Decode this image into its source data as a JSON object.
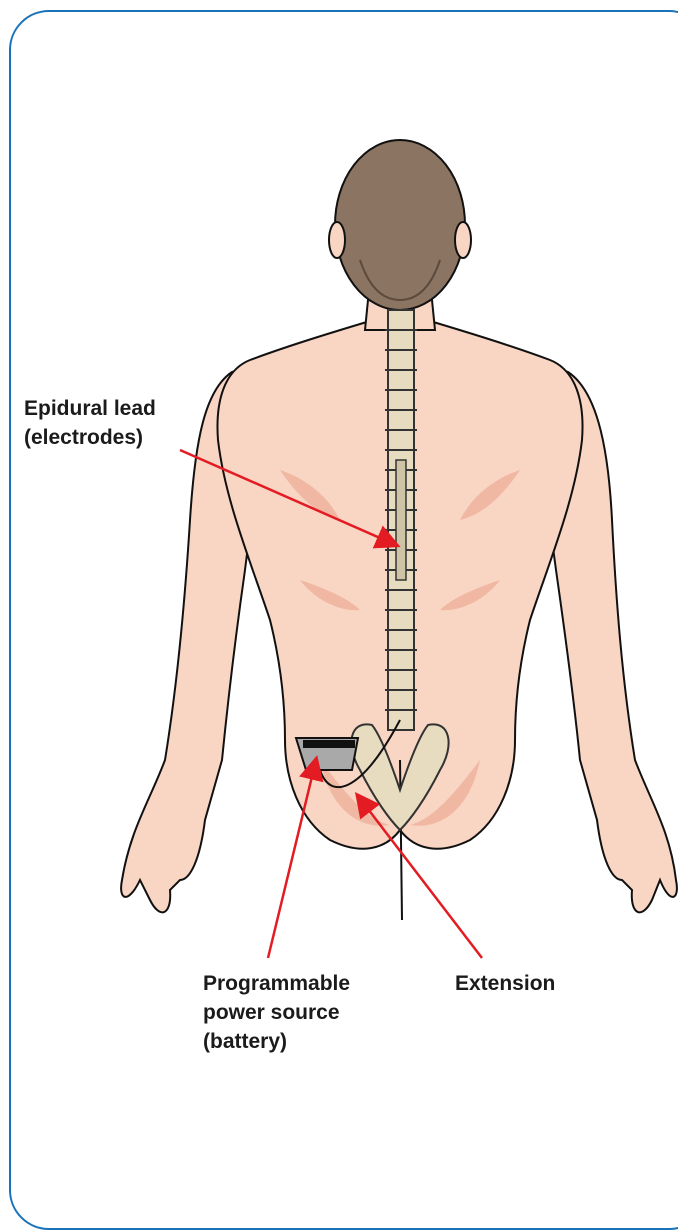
{
  "labels": {
    "epidural_lead": [
      "Epidural lead",
      "(electrodes)"
    ],
    "power_source": [
      "Programmable",
      "power source",
      "(battery)"
    ],
    "extension": [
      "Extension"
    ]
  },
  "colors": {
    "frame": "#1a73b8",
    "skin": "#f9d5c4",
    "skin_shade": "#f0b8a2",
    "hair": "#8b7461",
    "spine": "#e8dcc0",
    "arrow": "#e31c24",
    "outline": "#111111",
    "battery": "#a9a9a9"
  },
  "icons": [
    "human-back-figure",
    "spine-icon",
    "battery-icon"
  ]
}
